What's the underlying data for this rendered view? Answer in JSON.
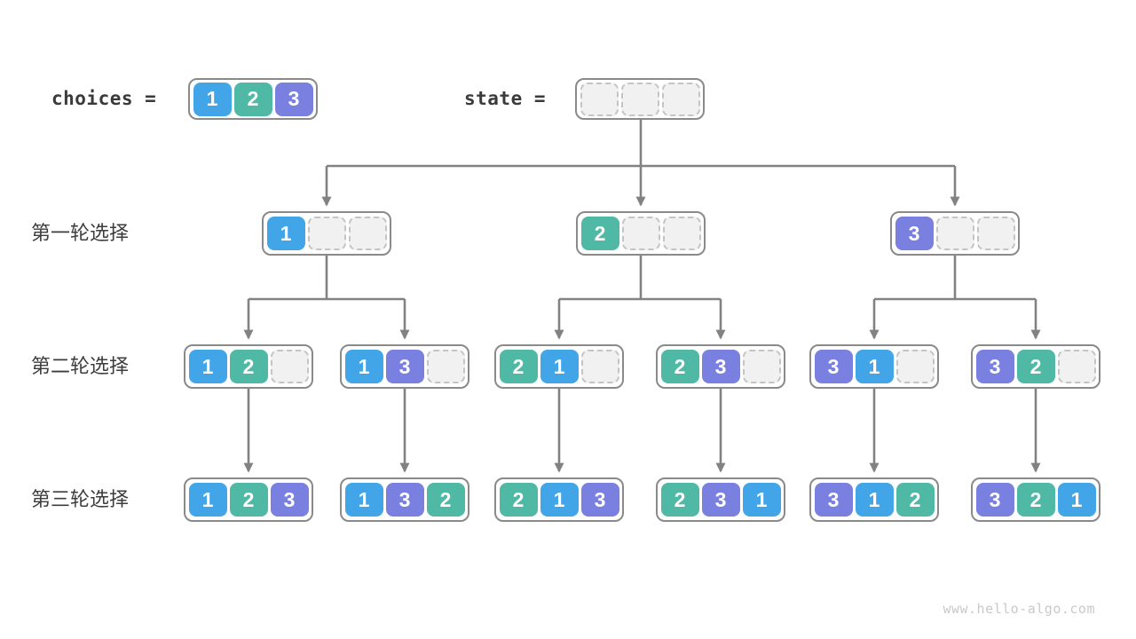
{
  "header": {
    "choices_label": "choices =",
    "choices_values": [
      1,
      2,
      3
    ],
    "state_label": "state =",
    "state_values": [
      null,
      null,
      null
    ]
  },
  "row_labels": {
    "round1": "第一轮选择",
    "round2": "第二轮选择",
    "round3": "第三轮选择"
  },
  "tree": {
    "level1": [
      [
        1,
        null,
        null
      ],
      [
        2,
        null,
        null
      ],
      [
        3,
        null,
        null
      ]
    ],
    "level2": [
      [
        1,
        2,
        null
      ],
      [
        1,
        3,
        null
      ],
      [
        2,
        1,
        null
      ],
      [
        2,
        3,
        null
      ],
      [
        3,
        1,
        null
      ],
      [
        3,
        2,
        null
      ]
    ],
    "level3": [
      [
        1,
        2,
        3
      ],
      [
        1,
        3,
        2
      ],
      [
        2,
        1,
        3
      ],
      [
        2,
        3,
        1
      ],
      [
        3,
        1,
        2
      ],
      [
        3,
        2,
        1
      ]
    ]
  },
  "colors": {
    "value1": "#42a5e8",
    "value2": "#4fb9a5",
    "value3": "#7a80df",
    "empty_fill": "#f1f1f1",
    "empty_border": "#c4c4c4",
    "box_border": "#8a8a8a",
    "arrow": "#828282",
    "label_text": "#3d3d3d",
    "digit_text": "#ffffff"
  },
  "watermark": "www.hello-algo.com"
}
